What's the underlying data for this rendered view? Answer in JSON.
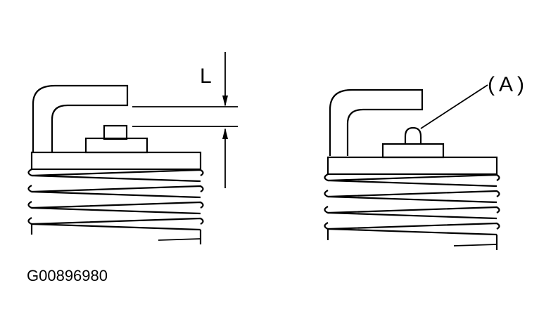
{
  "labels": {
    "gap_dimension": "L",
    "callout": "(A)",
    "figure_code": "G00896980"
  }
}
